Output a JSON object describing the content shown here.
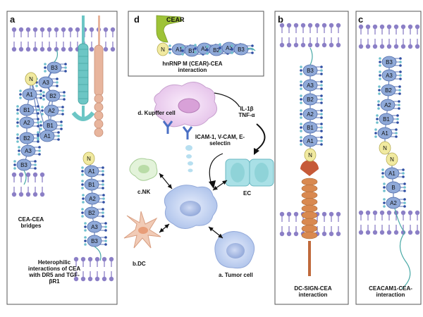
{
  "panels": {
    "a": {
      "letter": "a",
      "bridge_label": "CEA-CEA bridges",
      "heterophilic_label": "Heterophilic interactions of CEA with DR5 and TGF-βR1",
      "left_chain": [
        "B3",
        "A3",
        "B2",
        "A2",
        "B1",
        "A1",
        "N"
      ],
      "left_chain_2": [
        "N",
        "A1",
        "B1",
        "A2",
        "B2",
        "A3",
        "B3"
      ],
      "right_chain": [
        "N",
        "A1",
        "B1",
        "A2",
        "B2",
        "A3",
        "B3"
      ]
    },
    "b": {
      "letter": "b",
      "label": "DC-SIGN-CEA interaction",
      "chain": [
        "B3",
        "A3",
        "B2",
        "A2",
        "B1",
        "A1",
        "N"
      ]
    },
    "c": {
      "letter": "c",
      "label": "CEACAM1-CEA-interaction",
      "chain": [
        "B3",
        "A3",
        "B2",
        "A2",
        "B1",
        "A1",
        "N",
        "N",
        "A1",
        "B",
        "A2"
      ]
    },
    "d": {
      "letter": "d",
      "receptor_label": "CEAR",
      "caption": "hnRNP M (CEAR)-CEA interaction",
      "chain": [
        "N",
        "A1",
        "B1",
        "A2",
        "B2",
        "A3",
        "B3"
      ]
    },
    "center": {
      "kupffer": "d. Kupffer cell",
      "cytokines": "IL-1β TNF-α",
      "adhesion": "ICAM-1, V-CAM, E-selectin",
      "ec": "EC",
      "nk": "c.NK",
      "dc": "b.DC",
      "tumor": "a. Tumor cell"
    }
  },
  "colors": {
    "domain_blue": "#8fa9d8",
    "domain_yellow": "#f1eaa0",
    "membrane": "#8b7fc6",
    "cell_blue": "#c7d5f2",
    "kupffer_pink": "#ecd3ef",
    "ec_teal": "#a9e0e6",
    "dc_orange": "#f1cbb6",
    "receptor_teal": "#6cc6c5",
    "receptor_peach": "#e8b59d",
    "dcsign_orange": "#d98950",
    "cear_green": "#9ec337"
  }
}
